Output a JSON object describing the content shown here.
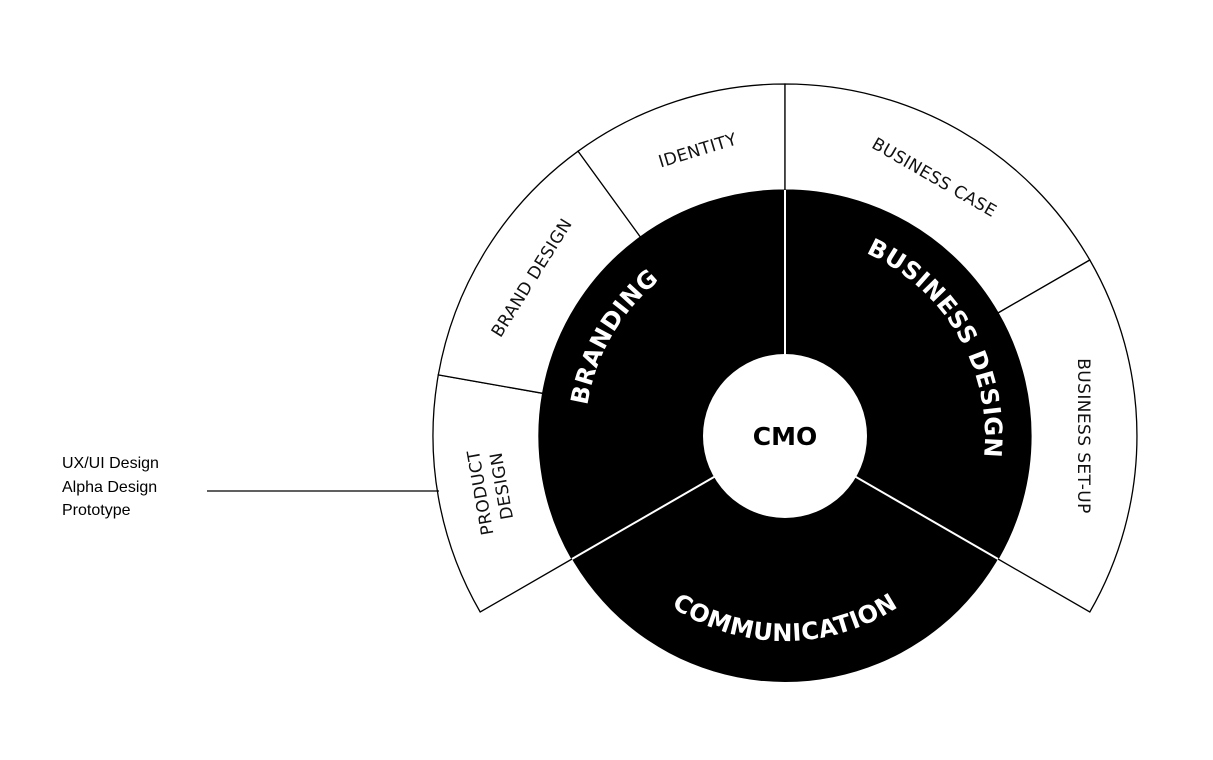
{
  "center": {
    "label": "CMO"
  },
  "segments": [
    {
      "id": "branding",
      "label": "BRANDING"
    },
    {
      "id": "business-design",
      "label": "BUSINESS DESIGN"
    },
    {
      "id": "communication",
      "label": "COMMUNICATION"
    }
  ],
  "outer_ring": [
    {
      "id": "product-design",
      "lines": [
        "PRODUCT",
        "DESIGN"
      ]
    },
    {
      "id": "brand-design",
      "lines": [
        "BRAND DESIGN"
      ]
    },
    {
      "id": "identity",
      "lines": [
        "IDENTITY"
      ]
    },
    {
      "id": "business-case",
      "lines": [
        "BUSINESS CASE"
      ]
    },
    {
      "id": "business-set-up",
      "lines": [
        "BUSINESS SET-UP"
      ]
    }
  ],
  "side_note": {
    "lines": [
      "UX/UI Design",
      "Alpha Design",
      "Prototype"
    ]
  },
  "colors": {
    "segment_fill": "#000000",
    "ring_fill": "#ffffff",
    "stroke": "#000000",
    "text_on_dark": "#ffffff"
  }
}
